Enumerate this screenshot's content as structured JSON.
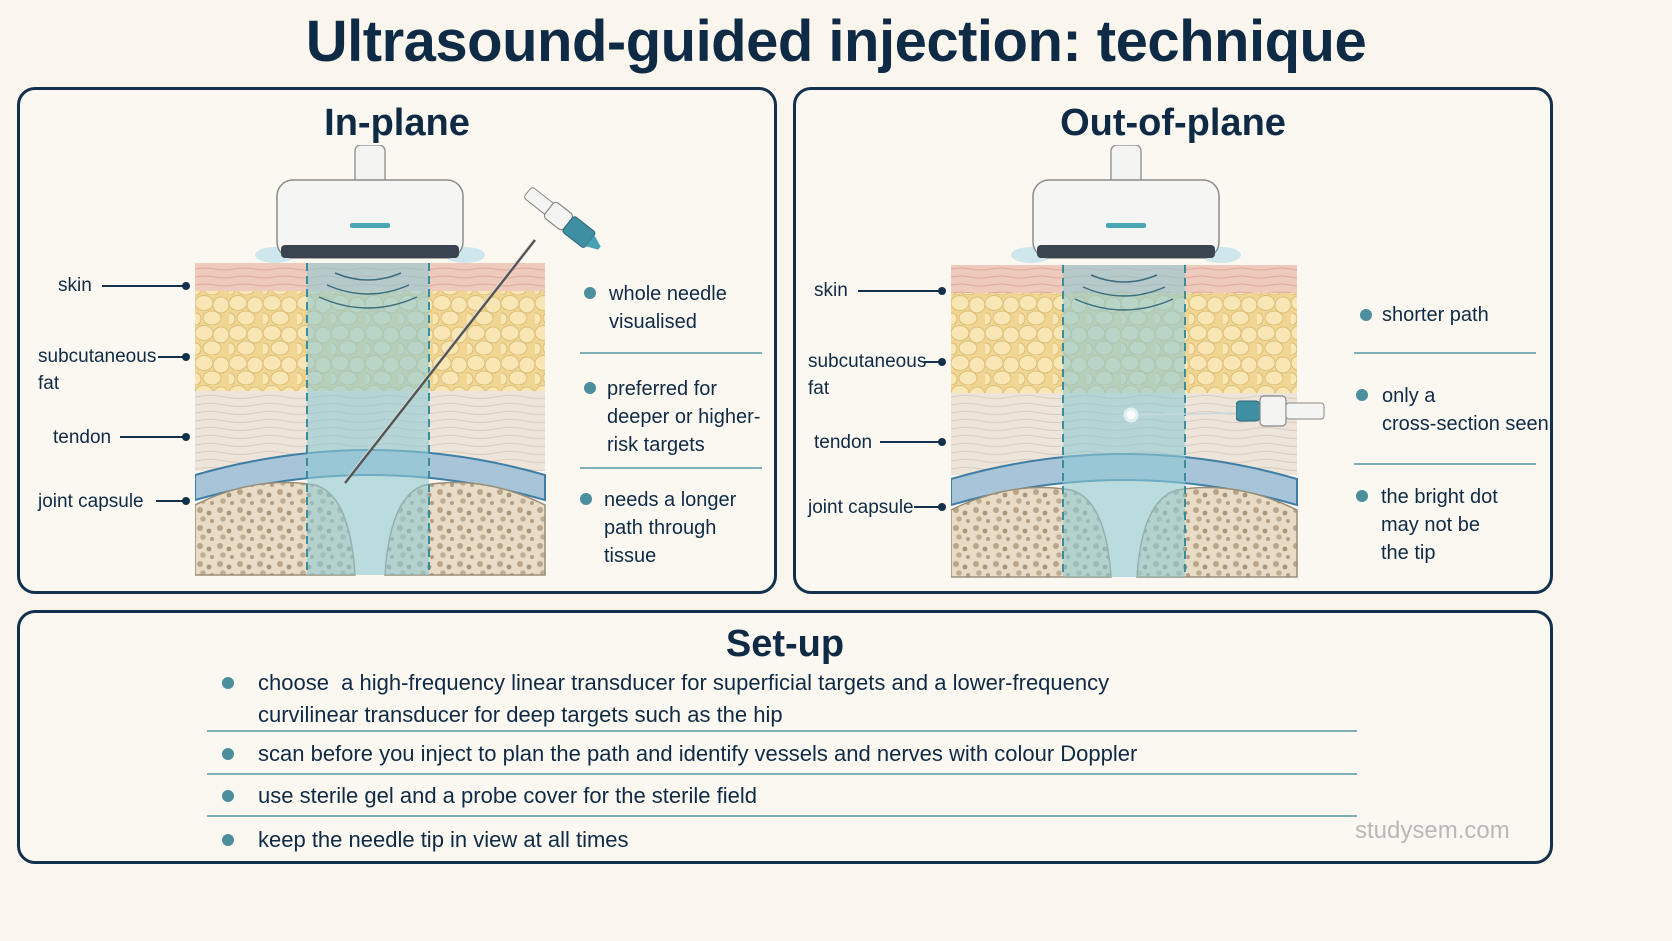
{
  "title": "Ultrasound-guided injection: technique",
  "in_plane": {
    "heading": "In-plane",
    "labels": [
      "skin",
      "subcutaneous\nfat",
      "tendon",
      "joint capsule"
    ],
    "bullets": [
      "whole needle\nvisualised",
      "preferred for\ndeeper or higher-\nrisk targets",
      "needs a longer\npath through\ntissue"
    ]
  },
  "out_of_plane": {
    "heading": "Out-of-plane",
    "labels": [
      "skin",
      "subcutaneous\nfat",
      "tendon",
      "joint capsule"
    ],
    "bullets": [
      "shorter path",
      "only a\ncross-section seen",
      "the bright dot\nmay not be\nthe tip"
    ]
  },
  "setup": {
    "heading": "Set-up",
    "items": [
      "choose  a high-frequency linear transducer for superficial targets and a lower-frequency\ncurvilinear transducer for deep targets such as the hip",
      "scan before you inject to plan the path and identify vessels and nerves with colour Doppler",
      "use sterile gel and a probe cover for the sterile field",
      "keep the needle tip in view at all times"
    ]
  },
  "watermark": "studysem.com",
  "colors": {
    "navy": "#13304d",
    "accent": "#4b8f9c",
    "skin": "#f0cfc2",
    "fat": "#f3dc9c",
    "tendon": "#ece4da",
    "beam": "#9fd0d6",
    "bone": "#e6d8c0"
  },
  "icons": [
    "ultrasound-probe-icon",
    "needle-icon",
    "syringe-icon"
  ]
}
